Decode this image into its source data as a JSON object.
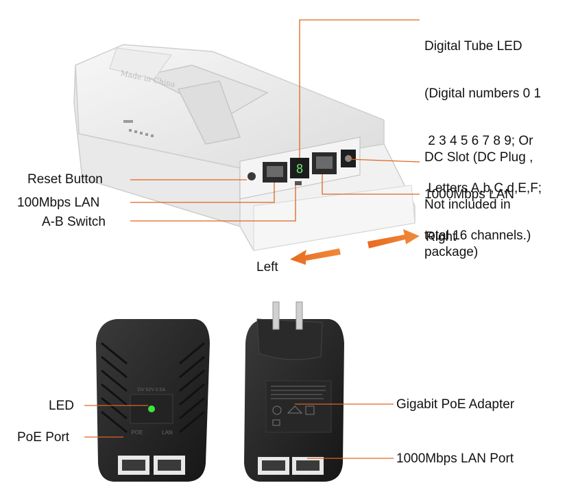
{
  "labels": {
    "digital_tube_led": [
      "Digital Tube LED",
      "(Digital numbers 0 1",
      " 2 3 4 5 6 7 8 9; Or",
      " Letters A,b,C,d,E,F;",
      "total 16 channels.)"
    ],
    "dc_slot": [
      "DC Slot (DC Plug ,",
      "Not included in",
      "package)"
    ],
    "lan_1000_cpe": "1000Mbps LAN",
    "reset_button": "Reset Button",
    "lan_100": "100Mbps LAN",
    "ab_switch": "A-B Switch",
    "right": "Right",
    "left": "Left",
    "led": "LED",
    "poe_port": "PoE Port",
    "gigabit_poe_adapter": "Gigabit PoE Adapter",
    "lan_1000_port": "1000Mbps LAN Port"
  },
  "device_text": {
    "cpe_top": "Made in China",
    "adapter_rating": "DV 52V 0.5A",
    "adapter_poe": "POE",
    "adapter_lan": "LAN"
  },
  "colors": {
    "leader_line": "#e0641e",
    "arrow": "#e86a20",
    "device_body": "#ececec",
    "adapter_body": "#2b2b2b",
    "led_green": "#3fe33f"
  }
}
